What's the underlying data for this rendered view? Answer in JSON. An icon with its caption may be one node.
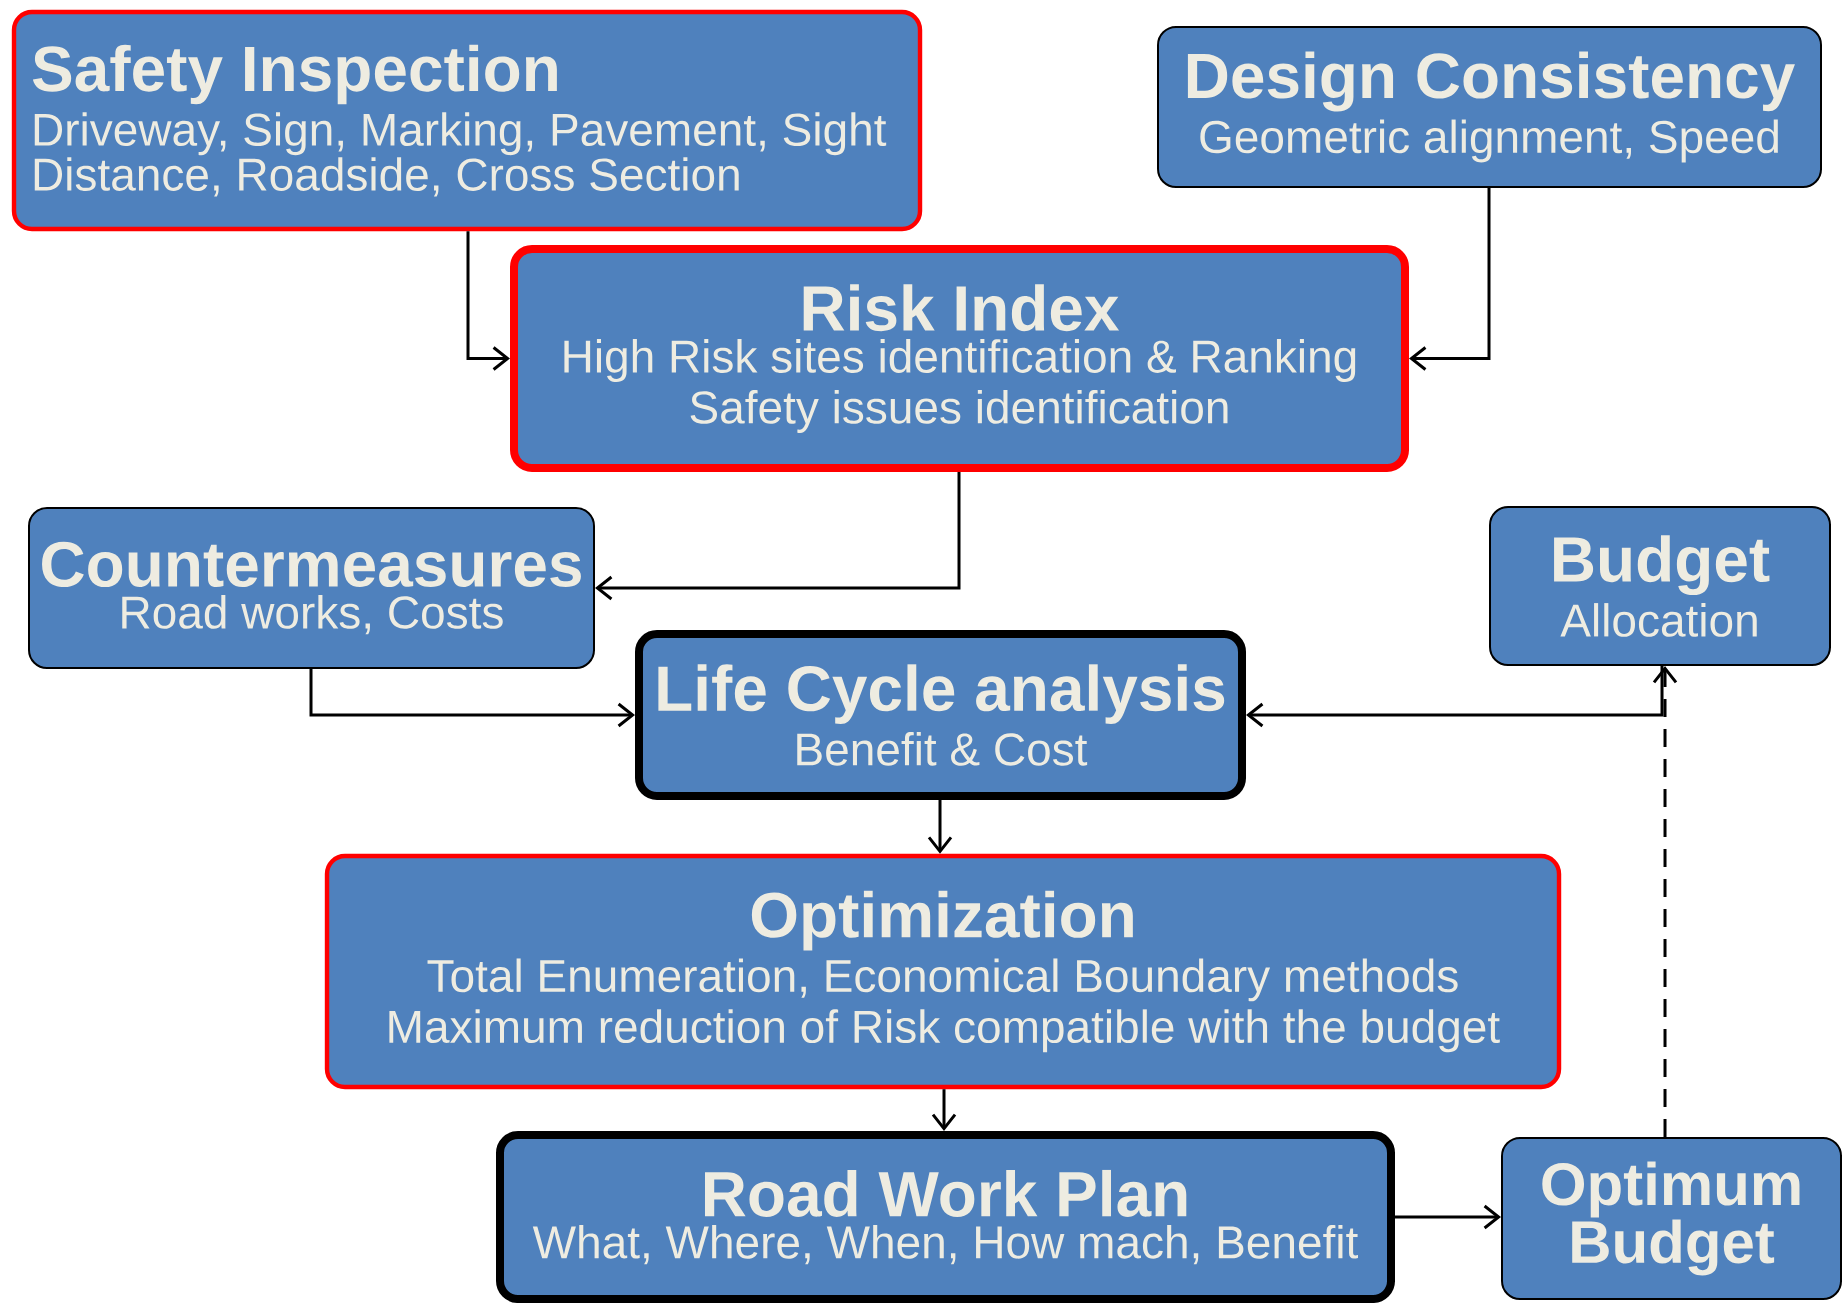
{
  "diagram": {
    "nodes": [
      {
        "text": [
          "Safety Inspection",
          "Driveway, Sign, Marking, Pavement, Sight Distance, Roadside, Cross Section"
        ]
      },
      {
        "text": [
          "Design Consistency",
          "Geometric alignment, Speed"
        ]
      },
      {
        "text": [
          "Risk Index",
          "High Risk sites identification & Ranking",
          "Safety issues identification"
        ]
      },
      {
        "text": [
          "Countermeasures",
          "Road works, Costs"
        ]
      },
      {
        "text": [
          "Budget",
          "Allocation"
        ]
      },
      {
        "text": [
          "Life Cycle analysis",
          "Benefit & Cost"
        ]
      },
      {
        "text": [
          "Optimization",
          "Total Enumeration, Economical Boundary methods",
          "Maximum reduction of Risk compatible with the budget"
        ]
      },
      {
        "text": [
          "Road Work Plan",
          "What, Where, When, How mach, Benefit"
        ]
      },
      {
        "text": [
          "Optimum Budget"
        ]
      }
    ],
    "edges": [
      {
        "from": 0,
        "to": 2,
        "arrow": "to"
      },
      {
        "from": 1,
        "to": 2,
        "arrow": "to"
      },
      {
        "from": 2,
        "to": 3,
        "arrow": "to"
      },
      {
        "from": 3,
        "to": 5,
        "arrow": "to"
      },
      {
        "from": 4,
        "to": 5,
        "arrow": "to"
      },
      {
        "from": 5,
        "to": 6,
        "arrow": "to"
      },
      {
        "from": 6,
        "to": 7,
        "arrow": "to"
      },
      {
        "from": 7,
        "to": 8,
        "arrow": "to"
      },
      {
        "from": 8,
        "to": 4,
        "arrow": "to",
        "style": "dashed"
      }
    ]
  }
}
